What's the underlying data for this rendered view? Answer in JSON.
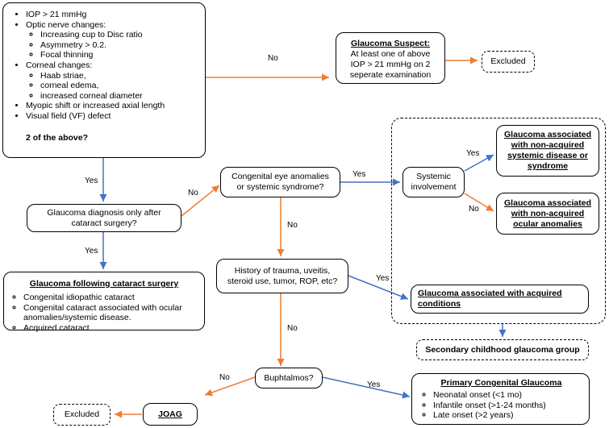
{
  "criteria_box": {
    "items": [
      {
        "text": "IOP > 21 mmHg",
        "sub": []
      },
      {
        "text": "Optic nerve changes:",
        "sub": [
          "Increasing cup to Disc ratio",
          "Asymmetry > 0.2.",
          "Focal thinning"
        ]
      },
      {
        "text": "Corneal changes:",
        "sub": [
          "Haab striae,",
          "corneal edema,",
          "increased corneal diameter"
        ]
      },
      {
        "text": "Myopic shift or increased axial length",
        "sub": []
      },
      {
        "text": "Visual field (VF) defect",
        "sub": []
      }
    ],
    "conclusion": "2 of the above?"
  },
  "glaucoma_suspect": {
    "title": "Glaucoma Suspect:",
    "line1": "At least one of above",
    "line2": "IOP > 21 mmHg on 2",
    "line3": "seperate examination"
  },
  "excluded_top": "Excluded",
  "glaucoma_after_cataract_question": {
    "line1": "Glaucoma diagnosis only after",
    "line2": "cataract surgery?"
  },
  "congenital_question": {
    "line1": "Congenital eye anomalies",
    "line2": "or systemic syndrome?"
  },
  "systemic_involvement": {
    "line1": "Systemic",
    "line2": "involvement"
  },
  "non_acquired_systemic": {
    "line1": "Glaucoma associated",
    "line2": "with non-acquired",
    "line3": "systemic disease or",
    "line4": "syndrome"
  },
  "non_acquired_ocular": {
    "line1": "Glaucoma associated",
    "line2": "with non-acquired",
    "line3": "ocular anomalies"
  },
  "following_cataract": {
    "title": "Glaucoma following cataract surgery",
    "items": [
      "Congenital idiopathic cataract",
      "Congenital cataract associated with ocular anomalies/systemic disease.",
      "Acquired cataract"
    ]
  },
  "trauma_question": {
    "line1": "History of trauma, uveitis,",
    "line2": "steroid use, tumor, ROP, etc?"
  },
  "acquired_conditions": {
    "line1": "Glaucoma associated with acquired",
    "line2": "conditions"
  },
  "secondary_group": "Secondary childhood glaucoma group",
  "buphtalmos": "Buphtalmos?",
  "primary_congenital": {
    "title": "Primary Congenital Glaucoma",
    "items": [
      "Neonatal onset (<1 mo)",
      "Infantile onset (>1-24 months)",
      "Late onset (>2 years)"
    ]
  },
  "joag": "JOAG",
  "excluded_bottom": "Excluded",
  "labels": {
    "no_top": "No",
    "yes_left1": "Yes",
    "no_mid": "No",
    "yes_congenital": "Yes",
    "yes_systemic": "Yes",
    "no_systemic": "No",
    "no_congenital_down": "No",
    "yes_left2": "Yes",
    "yes_trauma": "Yes",
    "no_trauma_down": "No",
    "no_buph": "No",
    "yes_buph": "Yes"
  },
  "colors": {
    "blue_arrow": "#4472C4",
    "orange_arrow": "#ED7D31"
  }
}
